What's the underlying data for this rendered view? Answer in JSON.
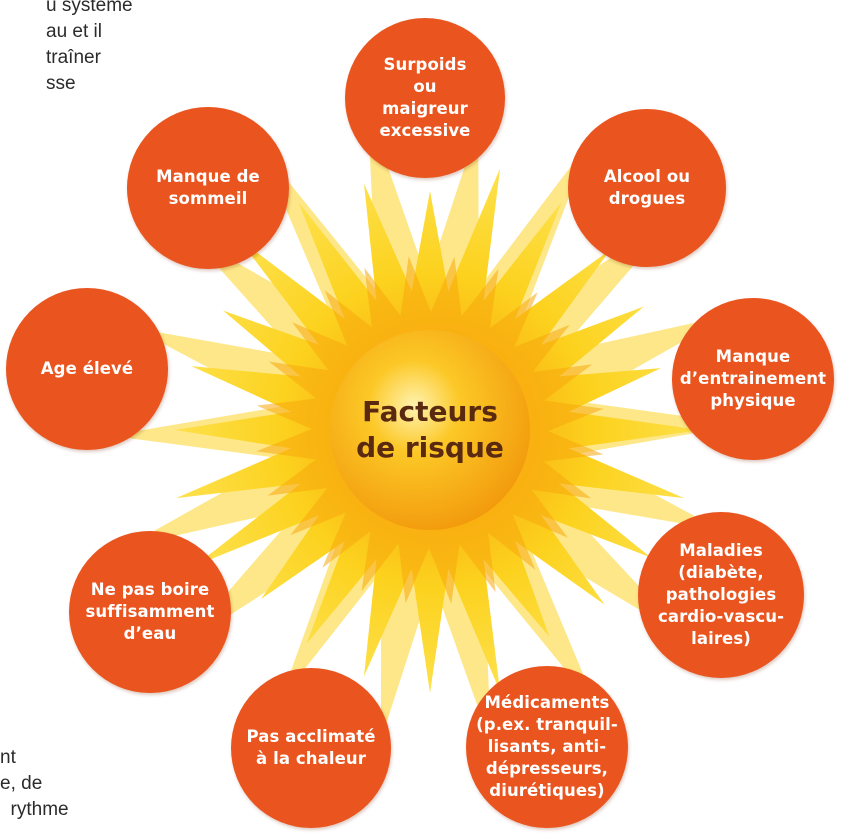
{
  "background_text": {
    "top": "u système\nau et il\ntraîner\nsse",
    "bottom": "nt\ne, de\n  rythme"
  },
  "center": {
    "title": "Facteurs\nde risque"
  },
  "factors": [
    "Surpoids\nou\nmaigreur\nexcessive",
    "Alcool ou\ndrogues",
    "Manque\nd’entrainement\nphysique",
    "Maladies\n(diabète,\npathologies\ncardio-vascu-\nlaires)",
    "Médicaments\n(p.ex. tranquil-\nlisants, anti-\ndépresseurs,\ndiurétiques)",
    "Pas acclimaté\nà la chaleur",
    "Ne pas boire\nsuffisamment\nd’eau",
    "Age élevé",
    "Manque de\nsommeil"
  ],
  "colors": {
    "circle": "#e9541f",
    "sun_core": "#f7a80c",
    "sun_rays": "#fcd21e",
    "sun_rays_light": "#fde373",
    "title": "#5a2a10"
  }
}
